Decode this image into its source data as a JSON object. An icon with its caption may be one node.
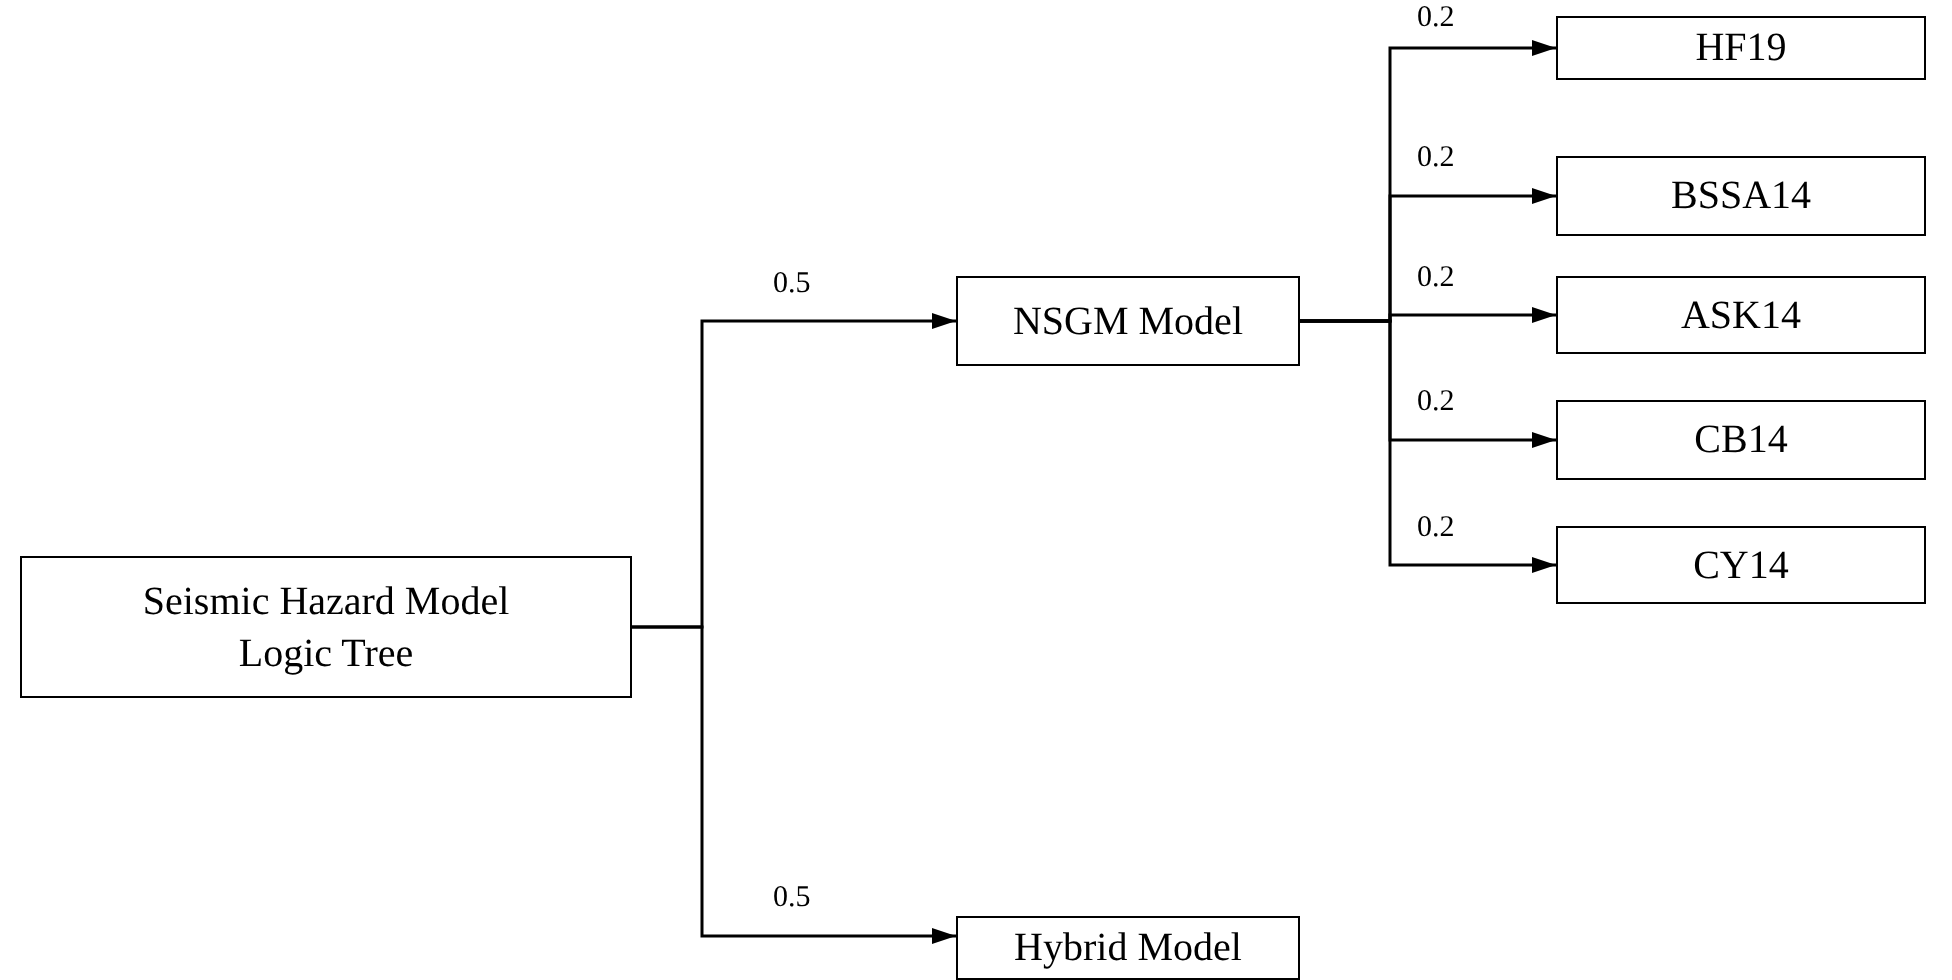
{
  "diagram": {
    "nodes": [
      {
        "text": [
          "Seismic Hazard Model Logic Tree"
        ]
      },
      {
        "text": [
          "NSGM Model"
        ]
      },
      {
        "text": [
          "Hybrid Model"
        ]
      },
      {
        "text": [
          "HF19"
        ]
      },
      {
        "text": [
          "BSSA14"
        ]
      },
      {
        "text": [
          "ASK14"
        ]
      },
      {
        "text": [
          "CB14"
        ]
      },
      {
        "text": [
          "CY14"
        ]
      }
    ],
    "edges": [
      {
        "from": 0,
        "to": 1,
        "arrow": "to",
        "label": "0.5"
      },
      {
        "from": 0,
        "to": 2,
        "arrow": "to",
        "label": "0.5"
      },
      {
        "from": 1,
        "to": 3,
        "arrow": "to",
        "label": "0.2"
      },
      {
        "from": 1,
        "to": 4,
        "arrow": "to",
        "label": "0.2"
      },
      {
        "from": 1,
        "to": 5,
        "arrow": "to",
        "label": "0.2"
      },
      {
        "from": 1,
        "to": 6,
        "arrow": "to",
        "label": "0.2"
      },
      {
        "from": 1,
        "to": 7,
        "arrow": "to",
        "label": "0.2"
      }
    ]
  }
}
